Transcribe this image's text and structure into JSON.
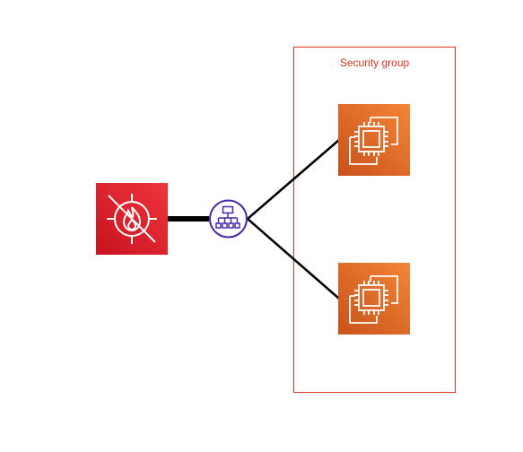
{
  "security_group": {
    "label": "Security group",
    "border_color": "#DD3522",
    "label_color": "#DD3522"
  },
  "nodes": {
    "firewall": {
      "icon": "firewall-shield-icon",
      "color_top": "#F0343E",
      "color_bottom": "#C7131F"
    },
    "load_balancer": {
      "icon": "load-balancer-icon",
      "color": "#4D27AA"
    },
    "instances": [
      {
        "icon": "ec2-instance-icon"
      },
      {
        "icon": "ec2-instance-icon"
      }
    ],
    "instance_color_top": "#F58536",
    "instance_color_bottom": "#D05C17"
  },
  "connections": [
    {
      "from": "firewall",
      "to": "load_balancer",
      "style": "thick"
    },
    {
      "from": "load_balancer",
      "to": "instance-1",
      "style": "thin"
    },
    {
      "from": "load_balancer",
      "to": "instance-2",
      "style": "thin"
    }
  ]
}
